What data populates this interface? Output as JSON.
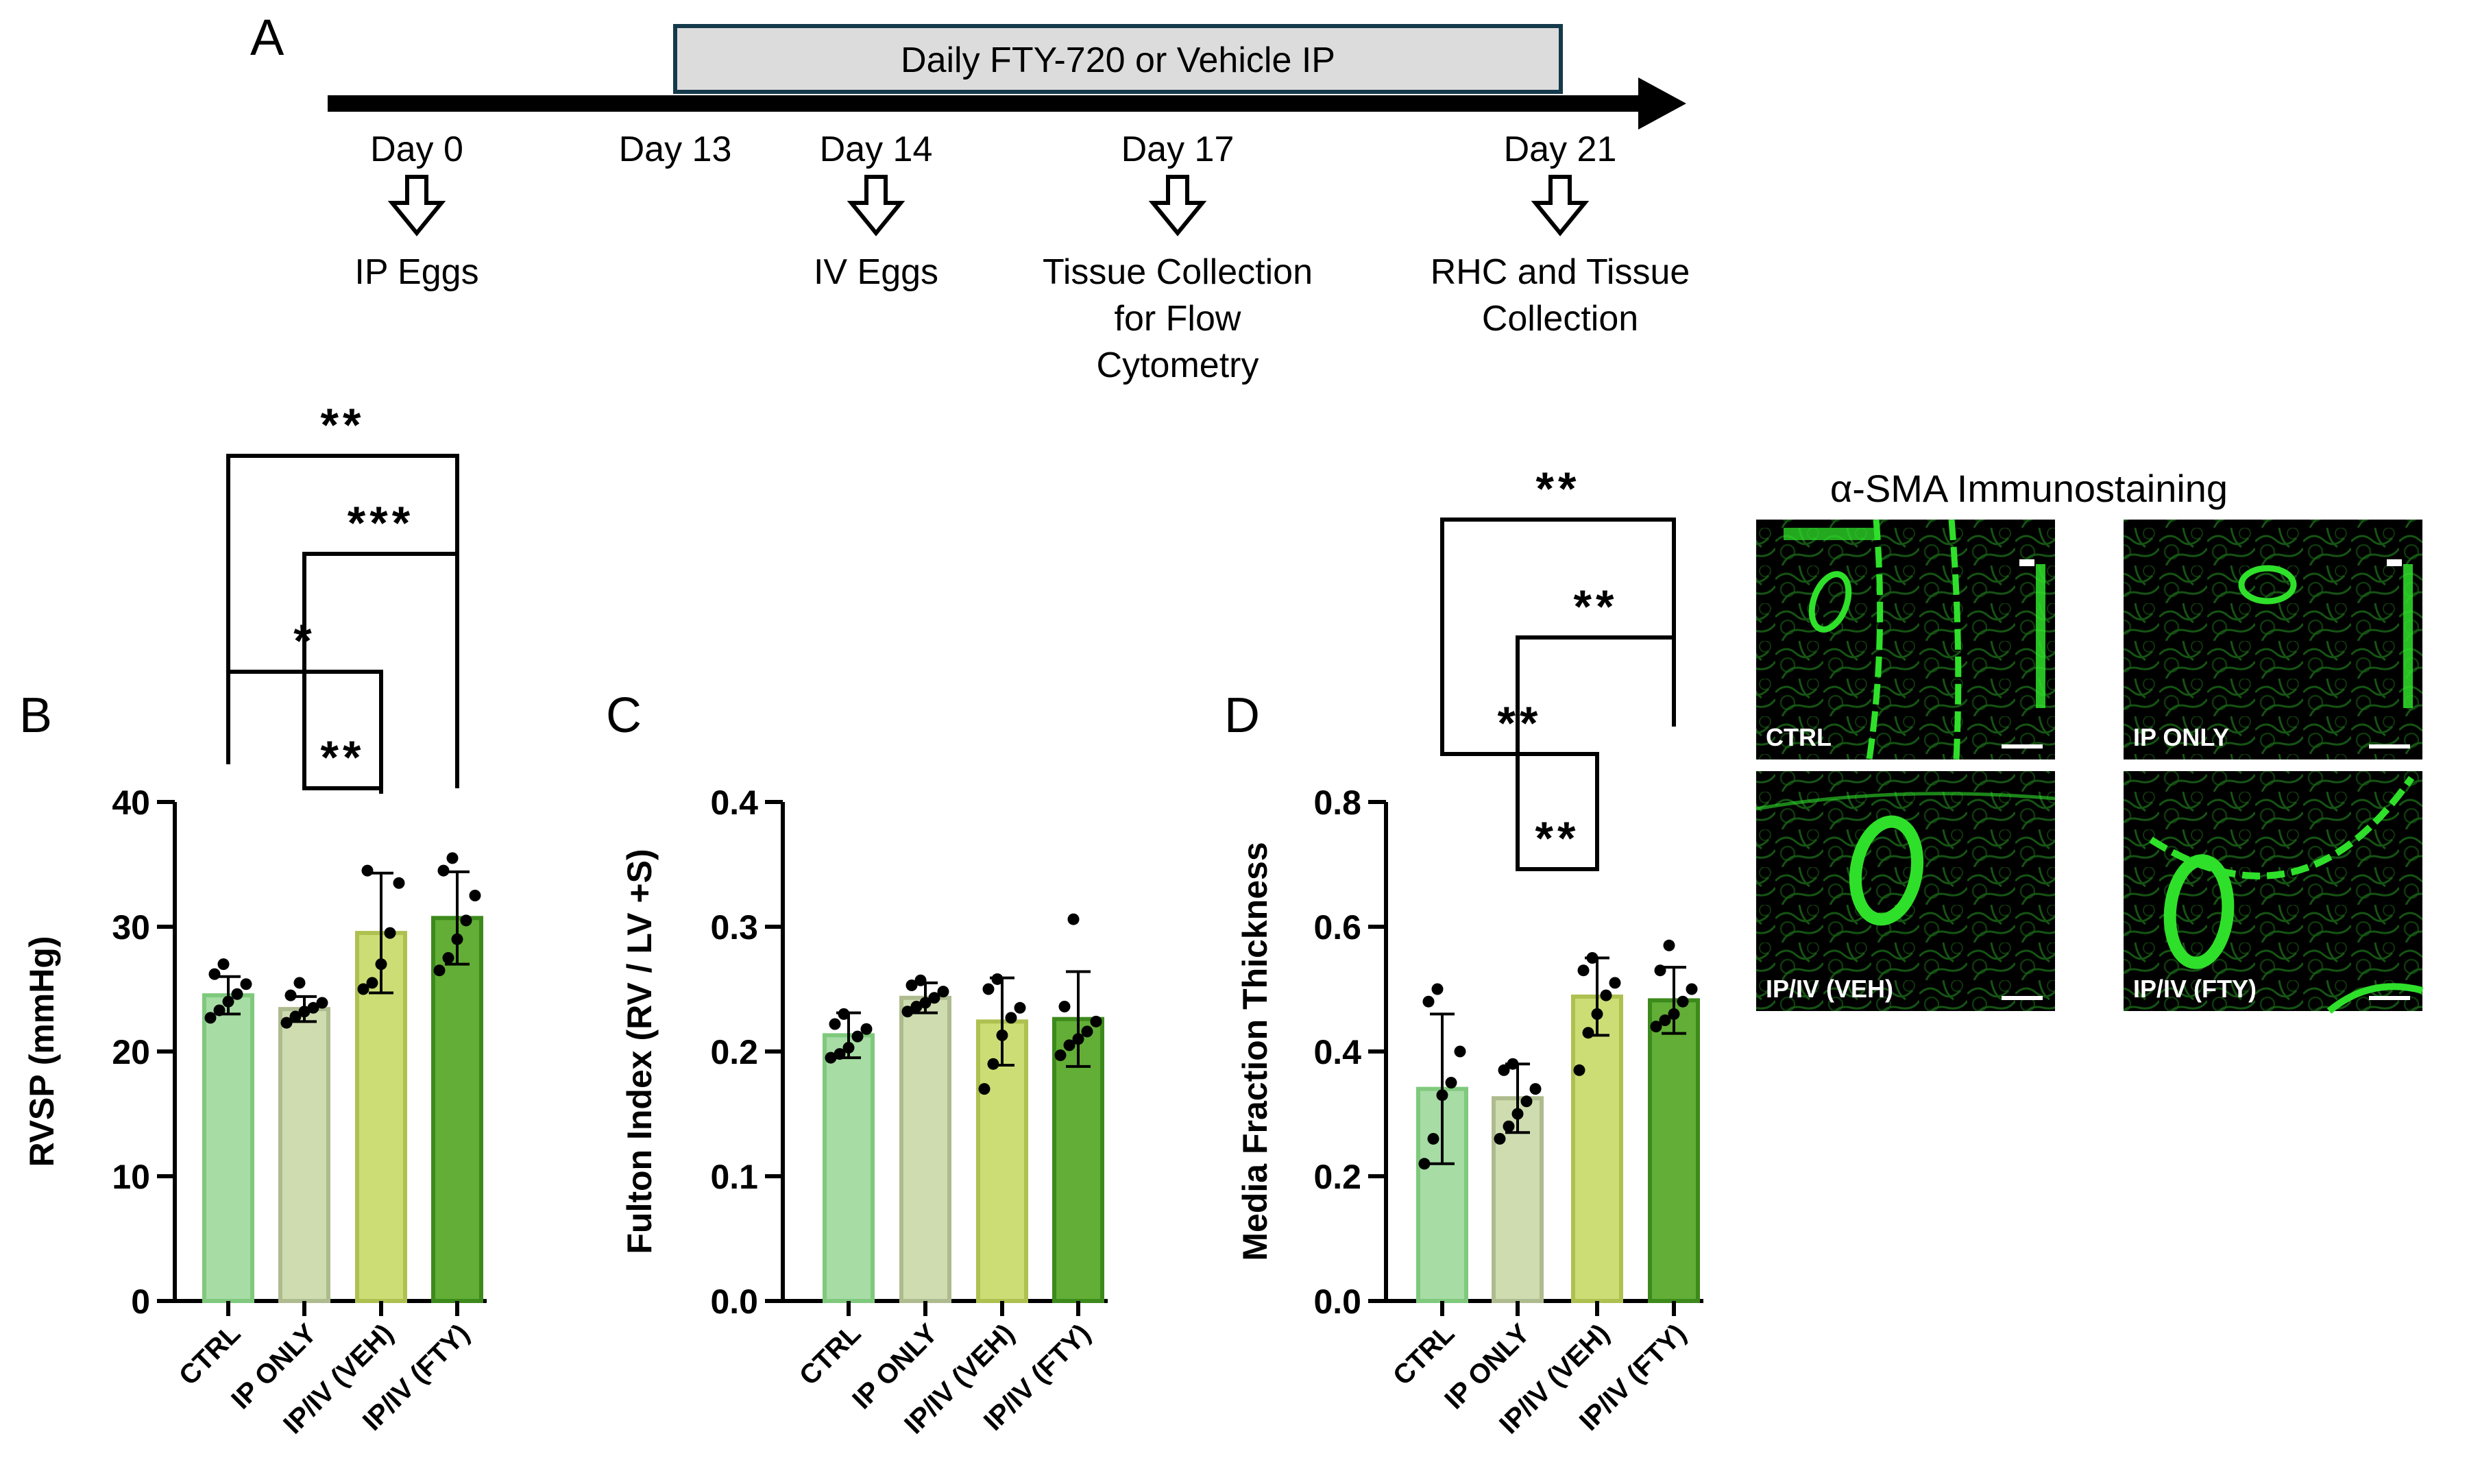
{
  "panel_labels": {
    "a": "A",
    "b": "B",
    "c": "C",
    "d": "D"
  },
  "timeline": {
    "treatment_label": "Daily FTY-720 or Vehicle IP",
    "events": [
      {
        "day": "Day 0",
        "lines": [
          "IP Eggs"
        ]
      },
      {
        "day": "Day 13",
        "lines": []
      },
      {
        "day": "Day 14",
        "lines": [
          "IV Eggs"
        ]
      },
      {
        "day": "Day 17",
        "lines": [
          "Tissue Collection",
          "for Flow",
          "Cytometry"
        ]
      },
      {
        "day": "Day 21",
        "lines": [
          "RHC and Tissue",
          "Collection"
        ]
      }
    ]
  },
  "colors": {
    "CTRL": "#a7dca5",
    "IP ONLY": "#cfdcb0",
    "IP/IV (VEH)": "#cddd76",
    "IP/IV (FTY)": "#62ae36",
    "CTRL_edge": "#7fc97c",
    "IP ONLY_edge": "#aebb8e",
    "IP/IV (VEH)_edge": "#aec04f",
    "IP/IV (FTY)_edge": "#3d8a1c",
    "stain": "#2fe02a"
  },
  "chart_data": [
    {
      "panel": "B",
      "type": "bar",
      "categories": [
        "CTRL",
        "IP ONLY",
        "IP/IV (VEH)",
        "IP/IV (FTY)"
      ],
      "values": [
        24.5,
        23.4,
        29.5,
        30.7
      ],
      "errors": [
        1.5,
        1.0,
        4.8,
        3.7
      ],
      "points": [
        [
          22.7,
          23.3,
          24.0,
          24.6,
          25.4,
          26.2,
          27.0
        ],
        [
          22.3,
          22.8,
          23.2,
          23.5,
          23.9,
          24.5,
          25.5
        ],
        [
          25.0,
          25.5,
          27.0,
          29.5,
          33.5,
          34.5
        ],
        [
          26.5,
          27.5,
          29.0,
          30.5,
          32.5,
          34.5,
          35.5
        ]
      ],
      "ylabel": "RVSP (mmHg)",
      "ylim": [
        0,
        40
      ],
      "yticks": [
        "0",
        "10",
        "20",
        "30",
        "40"
      ],
      "significance": [
        {
          "from": 0,
          "to": 3,
          "label": "**"
        },
        {
          "from": 1,
          "to": 3,
          "label": "***"
        },
        {
          "from": 0,
          "to": 2,
          "label": "*"
        },
        {
          "from": 1,
          "to": 2,
          "label": "**"
        }
      ]
    },
    {
      "panel": "C",
      "type": "bar",
      "categories": [
        "CTRL",
        "IP ONLY",
        "IP/IV (VEH)",
        "IP/IV (FTY)"
      ],
      "values": [
        0.213,
        0.243,
        0.224,
        0.226
      ],
      "errors": [
        0.018,
        0.012,
        0.035,
        0.038
      ],
      "points": [
        [
          0.195,
          0.198,
          0.203,
          0.212,
          0.218,
          0.222,
          0.23
        ],
        [
          0.232,
          0.236,
          0.239,
          0.243,
          0.248,
          0.253,
          0.257
        ],
        [
          0.17,
          0.19,
          0.213,
          0.227,
          0.235,
          0.25,
          0.258
        ],
        [
          0.197,
          0.205,
          0.21,
          0.216,
          0.224,
          0.236,
          0.306
        ]
      ],
      "ylabel": "Fulton Index (RV / LV +S)",
      "ylim": [
        0,
        0.4
      ],
      "yticks": [
        "0.0",
        "0.1",
        "0.2",
        "0.3",
        "0.4"
      ],
      "significance": []
    },
    {
      "panel": "D",
      "type": "bar",
      "categories": [
        "CTRL",
        "IP ONLY",
        "IP/IV (VEH)",
        "IP/IV (FTY)"
      ],
      "values": [
        0.34,
        0.325,
        0.488,
        0.482
      ],
      "errors": [
        0.12,
        0.055,
        0.062,
        0.053
      ],
      "points": [
        [
          0.22,
          0.26,
          0.33,
          0.35,
          0.4,
          0.48,
          0.5
        ],
        [
          0.26,
          0.28,
          0.3,
          0.32,
          0.34,
          0.37,
          0.38
        ],
        [
          0.37,
          0.43,
          0.46,
          0.49,
          0.51,
          0.53,
          0.55
        ],
        [
          0.44,
          0.45,
          0.46,
          0.48,
          0.5,
          0.53,
          0.57
        ]
      ],
      "ylabel": "Media Fraction Thickness",
      "ylim": [
        0,
        0.8
      ],
      "yticks": [
        "0.0",
        "0.2",
        "0.4",
        "0.6",
        "0.8"
      ],
      "significance": [
        {
          "from": 0,
          "to": 3,
          "label": "**"
        },
        {
          "from": 1,
          "to": 3,
          "label": "**"
        },
        {
          "from": 0,
          "to": 2,
          "label": "**"
        },
        {
          "from": 1,
          "to": 2,
          "label": "**"
        }
      ]
    }
  ],
  "micrographs": {
    "title": "α-SMA Immunostaining",
    "labels": [
      "CTRL",
      "IP ONLY",
      "IP/IV (VEH)",
      "IP/IV (FTY)"
    ]
  }
}
